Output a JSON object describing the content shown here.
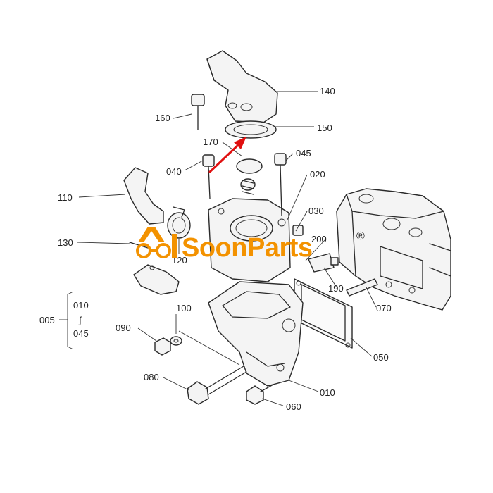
{
  "brand": {
    "name": "SoonParts",
    "reg_mark": "®",
    "color": "#f39200"
  },
  "arrow_color": "#e01010",
  "labels": {
    "p140": "140",
    "p150": "150",
    "p160": "160",
    "p170": "170",
    "p040": "040",
    "p045": "045",
    "p020": "020",
    "p110": "110",
    "p030": "030",
    "p200": "200",
    "p130": "130",
    "p120": "120",
    "p190": "190",
    "p070": "070",
    "p005": "005",
    "p010_top": "010",
    "tilde": "∫",
    "p045_b": "045",
    "p100": "100",
    "p090": "090",
    "p050": "050",
    "p080": "080",
    "p010": "010",
    "p060": "060"
  }
}
